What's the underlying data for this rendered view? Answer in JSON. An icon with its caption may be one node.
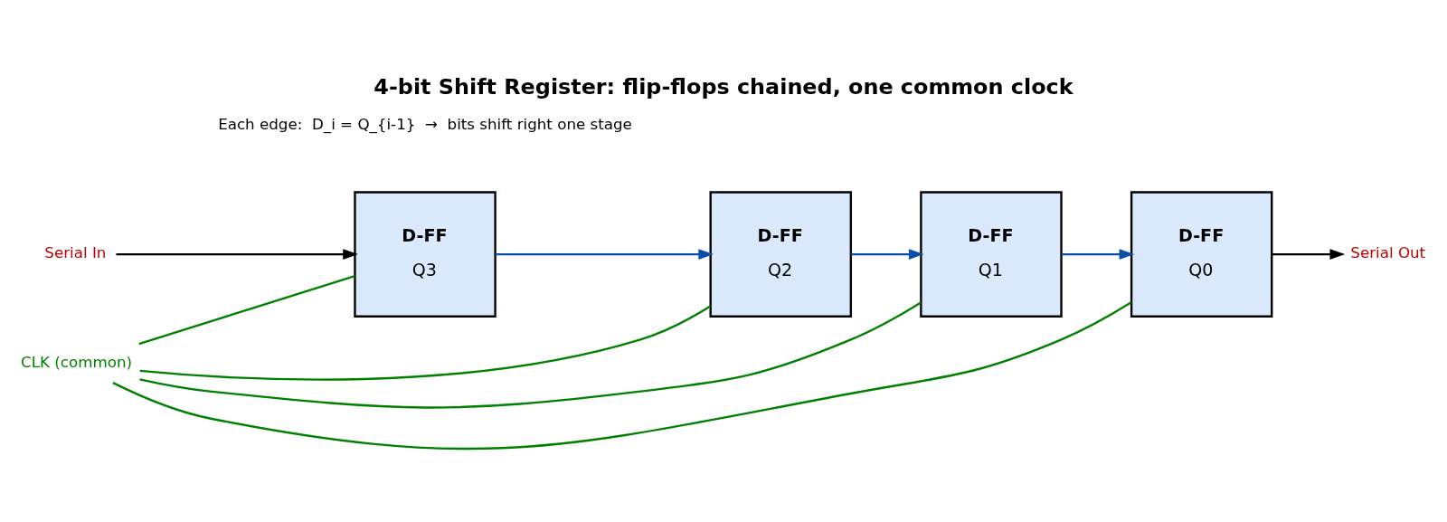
{
  "diagram": {
    "title": "4-bit Shift Register: flip-flops chained, one common clock",
    "nodes": [
      {
        "text": [
          "Serial In"
        ]
      },
      {
        "text": [
          "D-FF",
          "Q3"
        ]
      },
      {
        "text": [
          "D-FF",
          "Q2"
        ]
      },
      {
        "text": [
          "D-FF",
          "Q1"
        ]
      },
      {
        "text": [
          "D-FF",
          "Q0"
        ]
      },
      {
        "text": [
          "Serial Out"
        ]
      },
      {
        "text": [
          "CLK (common)"
        ]
      }
    ],
    "edges": [
      {
        "from": 0,
        "to": 1,
        "arrow": "to",
        "color": "#000000"
      },
      {
        "from": 1,
        "to": 2,
        "arrow": "to",
        "color": "#0a4fa8"
      },
      {
        "from": 2,
        "to": 3,
        "arrow": "to",
        "color": "#0a4fa8"
      },
      {
        "from": 3,
        "to": 4,
        "arrow": "to",
        "color": "#0a4fa8"
      },
      {
        "from": 4,
        "to": 5,
        "arrow": "to",
        "color": "#000000"
      },
      {
        "from": 6,
        "to": 1,
        "arrow": "none",
        "color": "#008000"
      },
      {
        "from": 6,
        "to": 2,
        "arrow": "none",
        "color": "#008000"
      },
      {
        "from": 6,
        "to": 3,
        "arrow": "none",
        "color": "#008000"
      },
      {
        "from": 6,
        "to": 4,
        "arrow": "none",
        "color": "#008000"
      }
    ],
    "labels": [
      "Each edge:  D_i = Q_{i-1}  →  bits shift right one stage"
    ]
  }
}
